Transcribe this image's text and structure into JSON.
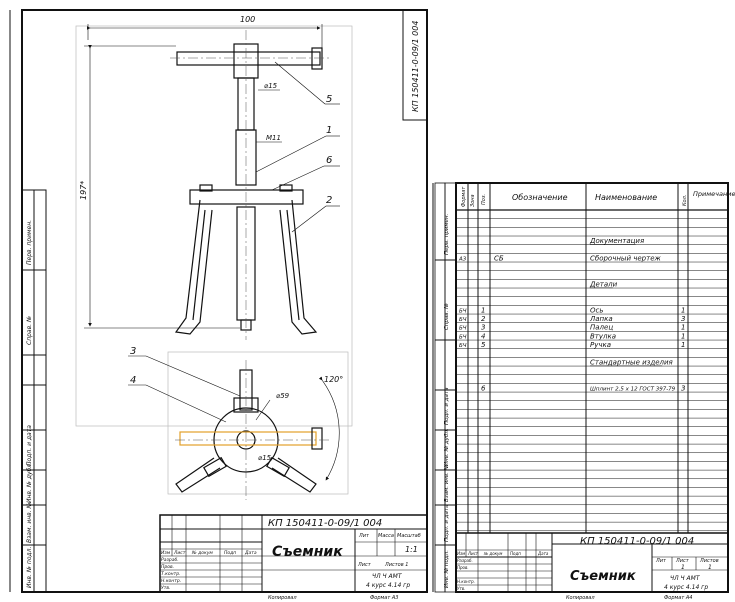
{
  "sheet1": {
    "stamp_rotated": "КП 150411-0-09/1 004",
    "dim_top": "100",
    "dim_left": "197*",
    "dia_top": "⌀15",
    "thread": "M11",
    "callouts": [
      "5",
      "1",
      "6",
      "2",
      "3",
      "4"
    ],
    "angle": "120°",
    "dia_bottom": "⌀59",
    "dia_bottom2": "⌀15",
    "titleblock": {
      "code": "КП 150411-0-09/1 004",
      "name": "Съемник",
      "col_lit": "Лит",
      "col_mass": "Масса",
      "col_scale": "Масштаб",
      "scale": "1:1",
      "sheet": "Лист",
      "sheets": "Листов 1",
      "org": "ЧЛ Ч АМТ",
      "group": "4 курс 4.14 гр",
      "row_izm": "Изм",
      "row_list": "Лист",
      "row_doc": "№ докум",
      "row_sign": "Подп",
      "row_date": "Дата",
      "razrab": "Разраб.",
      "prov": "Пров.",
      "tkontr": "Т.контр.",
      "nkontr": "Н.контр.",
      "utv": "Утв.",
      "copied": "Копировал",
      "format": "Формат А3"
    },
    "side_labels": [
      "Перв. примен.",
      "Справ. №",
      "Подп. и дата",
      "Инв. № дубл.",
      "Взам. инв. №",
      "Подп. и дата",
      "Инв. № подл."
    ]
  },
  "sheet2": {
    "headers": {
      "format": "Формат",
      "zone": "Зона",
      "pos": "Поз.",
      "designation": "Обозначение",
      "name": "Наименование",
      "qty": "Кол.",
      "note": "Примечание"
    },
    "rows": [
      {
        "format": "",
        "zone": "",
        "pos": "",
        "designation": "",
        "name": "Документация",
        "qty": "",
        "section": true
      },
      {
        "format": "А3",
        "zone": "",
        "pos": "",
        "designation": "СБ",
        "name": "Сборочный чертеж",
        "qty": ""
      },
      {
        "format": "",
        "zone": "",
        "pos": "",
        "designation": "",
        "name": "Детали",
        "qty": "",
        "section": true
      },
      {
        "format": "БЧ",
        "zone": "",
        "pos": "1",
        "designation": "",
        "name": "Ось",
        "qty": "1"
      },
      {
        "format": "БЧ",
        "zone": "",
        "pos": "2",
        "designation": "",
        "name": "Лапка",
        "qty": "3"
      },
      {
        "format": "БЧ",
        "zone": "",
        "pos": "3",
        "designation": "",
        "name": "Палец",
        "qty": "1"
      },
      {
        "format": "БЧ",
        "zone": "",
        "pos": "4",
        "designation": "",
        "name": "Втулка",
        "qty": "1"
      },
      {
        "format": "БЧ",
        "zone": "",
        "pos": "5",
        "designation": "",
        "name": "Ручка",
        "qty": "1"
      },
      {
        "format": "",
        "zone": "",
        "pos": "",
        "designation": "",
        "name": "Стандартные изделия",
        "qty": "",
        "section": true
      },
      {
        "format": "",
        "zone": "",
        "pos": "6",
        "designation": "",
        "name": "Шплинт 2,5 х 12 ГОСТ 397-79",
        "qty": "3"
      }
    ],
    "titleblock": {
      "code": "КП 150411-0-09/1 004",
      "name": "Съемник",
      "col_lit": "Лит",
      "col_list": "Лист",
      "col_lists": "Листов",
      "list_no": "1",
      "lists_no": "1",
      "org": "ЧЛ Ч АМТ",
      "group": "4 курс 4.14 гр",
      "row_izm": "Изм",
      "row_list": "Лист",
      "row_doc": "№ докум",
      "row_sign": "Подп",
      "row_date": "Дата",
      "razrab": "Разраб.",
      "prov": "Пров.",
      "nkontr": "Н.контр.",
      "utv": "Утв.",
      "copied": "Копировал",
      "format": "Формат А4"
    },
    "side_labels": [
      "Перв. примен.",
      "Справ. №",
      "Подп. и дата",
      "Инв. № дубл.",
      "Взам. инв. №",
      "Подп. и дата",
      "Инв. № подл."
    ]
  }
}
